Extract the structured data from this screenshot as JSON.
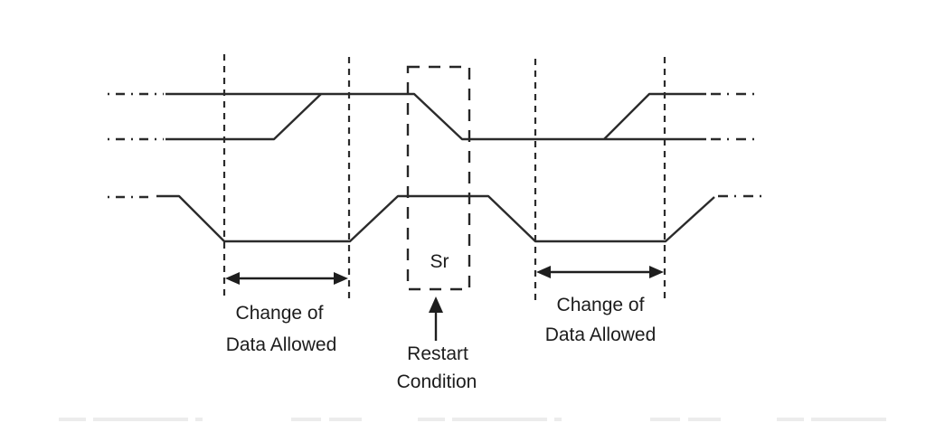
{
  "diagram": {
    "type": "timing-diagram",
    "labels": {
      "window1": {
        "line1": "Change of",
        "line2": "Data Allowed"
      },
      "sr": "Sr",
      "restart": {
        "line1": "Restart",
        "line2": "Condition"
      },
      "window2": {
        "line1": "Change of",
        "line2": "Data Allowed"
      }
    },
    "colors": {
      "background": "#ffffff",
      "waveform": "#2b2b2b",
      "text": "#1c1c1c"
    }
  }
}
